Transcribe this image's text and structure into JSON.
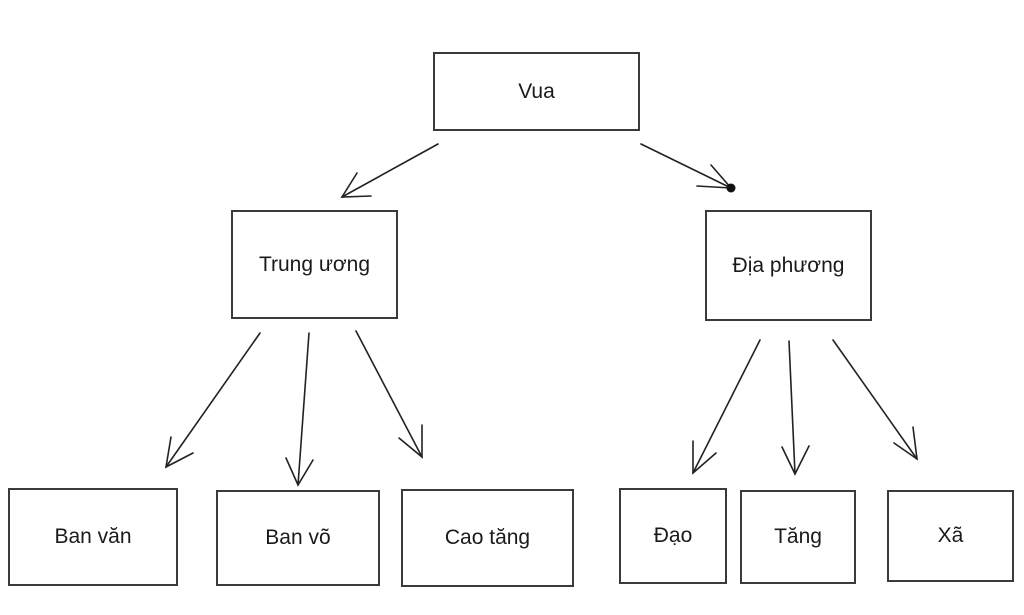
{
  "nodes": {
    "vua": "Vua",
    "trung_uong": "Trung ương",
    "dia_phuong": "Địa phương",
    "ban_van": "Ban văn",
    "ban_vo": "Ban võ",
    "cao_tang": "Cao tăng",
    "dao": "Đạo",
    "tang": "Tăng",
    "xa": "Xã"
  },
  "edges": [
    {
      "from": "vua",
      "to": "trung_uong"
    },
    {
      "from": "vua",
      "to": "dia_phuong"
    },
    {
      "from": "trung_uong",
      "to": "ban_van"
    },
    {
      "from": "trung_uong",
      "to": "ban_vo"
    },
    {
      "from": "trung_uong",
      "to": "cao_tang"
    },
    {
      "from": "dia_phuong",
      "to": "dao"
    },
    {
      "from": "dia_phuong",
      "to": "tang"
    },
    {
      "from": "dia_phuong",
      "to": "xa"
    }
  ],
  "colors": {
    "stroke": "#3a3a3a",
    "text": "#1a1a1a",
    "background": "#ffffff"
  }
}
